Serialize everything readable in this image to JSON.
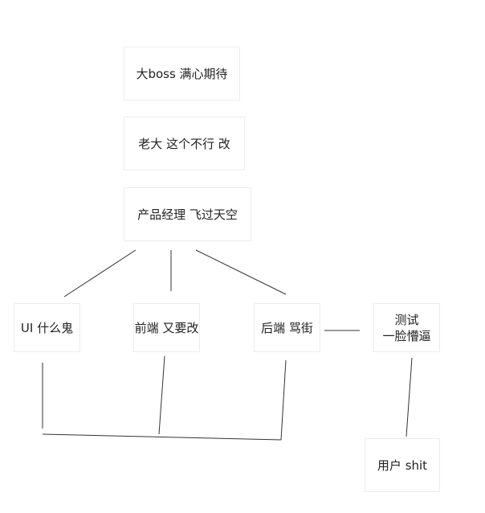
{
  "nodes": {
    "boss": "大boss 满心期待",
    "lead": "老大 这个不行 改",
    "pm": "产品经理 飞过天空",
    "ui": "UI 什么鬼",
    "frontend": "前端 又要改",
    "backend": "后端 骂街",
    "qa_line1": "测试",
    "qa_line2": "一脸懵逼",
    "user": "用户 shit"
  }
}
